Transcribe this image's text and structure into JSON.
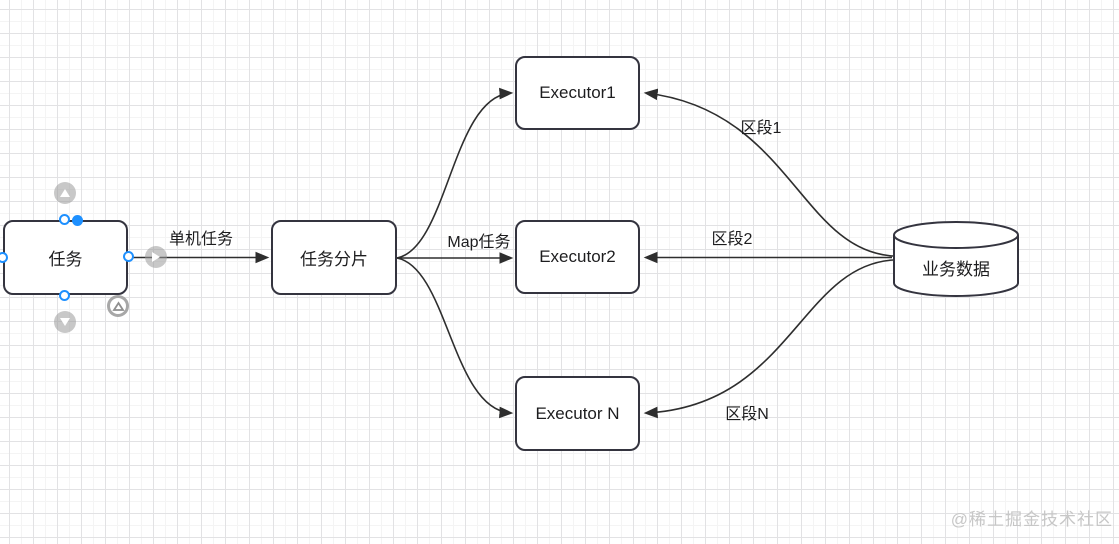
{
  "colors": {
    "canvas_bg": "#ffffff",
    "grid_minor": "#f4f4f4",
    "grid_major": "#e2e2e4",
    "node_border": "#34343f",
    "node_fill": "#ffffff",
    "edge_line": "#2e2e2e",
    "text": "#1d1d1f",
    "selection_blue": "#1e90ff",
    "widget_gray": "#9a9a9a",
    "watermark_gray": "#c7c7c7"
  },
  "nodes": {
    "task": "任务",
    "shard": "任务分片",
    "exec1": "Executor1",
    "exec2": "Executor2",
    "execn": "Executor N",
    "datastore": "业务数据"
  },
  "edge_labels": {
    "task_to_shard": "单机任务",
    "map_task": "Map任务",
    "segment1": "区段1",
    "segment2": "区段2",
    "segmentn": "区段N"
  },
  "watermark": "@稀土掘金技术社区"
}
